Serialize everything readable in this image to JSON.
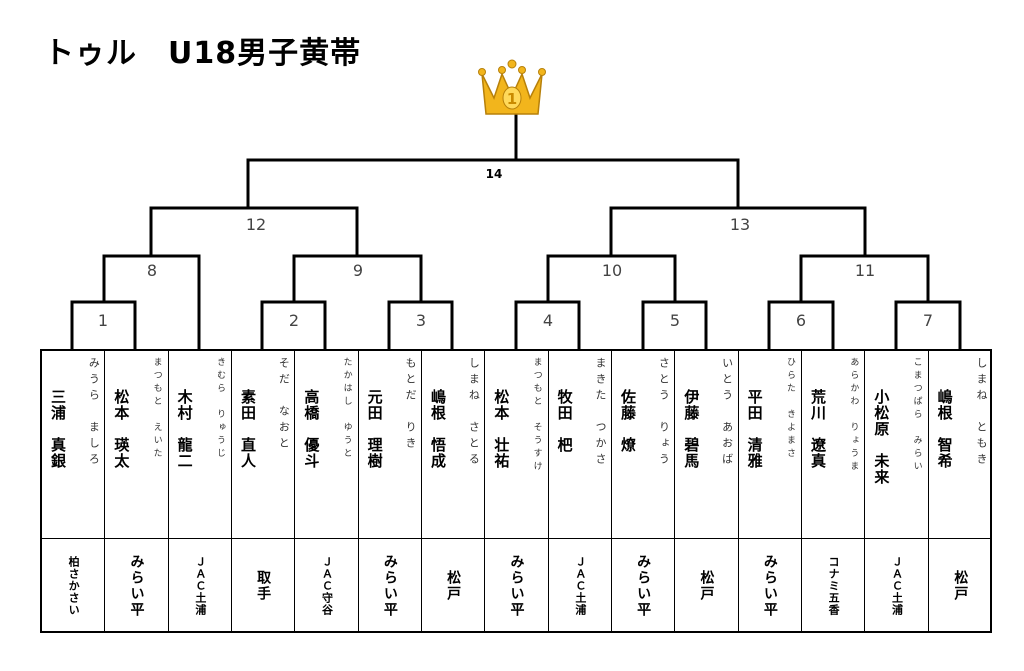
{
  "title": "トゥル　U18男子黄帯",
  "crown": {
    "number": "1",
    "color": "#f2b51c"
  },
  "matches": {
    "m1": "1",
    "m2": "2",
    "m3": "3",
    "m4": "4",
    "m5": "5",
    "m6": "6",
    "m7": "7",
    "m8": "8",
    "m9": "9",
    "m10": "10",
    "m11": "11",
    "m12": "12",
    "m13": "13",
    "m14": "14"
  },
  "players": [
    {
      "name": "三浦　真銀",
      "kana": "みうら　ましろ",
      "team": "柏さかさい"
    },
    {
      "name": "松本　瑛太",
      "kana": "まつもと　えいた",
      "team": "みらい平"
    },
    {
      "name": "木村　龍二",
      "kana": "きむら　りゅうじ",
      "team": "ＪＡＣ土浦"
    },
    {
      "name": "素田　直人",
      "kana": "そだ　なおと",
      "team": "取手"
    },
    {
      "name": "高橋　優斗",
      "kana": "たかはし　ゆうと",
      "team": "ＪＡＣ守谷"
    },
    {
      "name": "元田　理樹",
      "kana": "もとだ　りき",
      "team": "みらい平"
    },
    {
      "name": "嶋根　悟成",
      "kana": "しまね　さとる",
      "team": "松戸"
    },
    {
      "name": "松本　壮祐",
      "kana": "まつもと　そうすけ",
      "team": "みらい平"
    },
    {
      "name": "牧田　杷",
      "kana": "まきた　つかさ",
      "team": "ＪＡＣ土浦"
    },
    {
      "name": "佐藤　燎",
      "kana": "さとう　りょう",
      "team": "みらい平"
    },
    {
      "name": "伊藤　碧馬",
      "kana": "いとう　あおば",
      "team": "松戸"
    },
    {
      "name": "平田　清雅",
      "kana": "ひらた　きよまさ",
      "team": "みらい平"
    },
    {
      "name": "荒川　遼真",
      "kana": "あらかわ　りょうま",
      "team": "コナミ五香"
    },
    {
      "name": "小松原　未来",
      "kana": "こまつばら　みらい",
      "team": "ＪＡＣ土浦"
    },
    {
      "name": "嶋根　智希",
      "kana": "しまね　ともき",
      "team": "松戸"
    }
  ]
}
